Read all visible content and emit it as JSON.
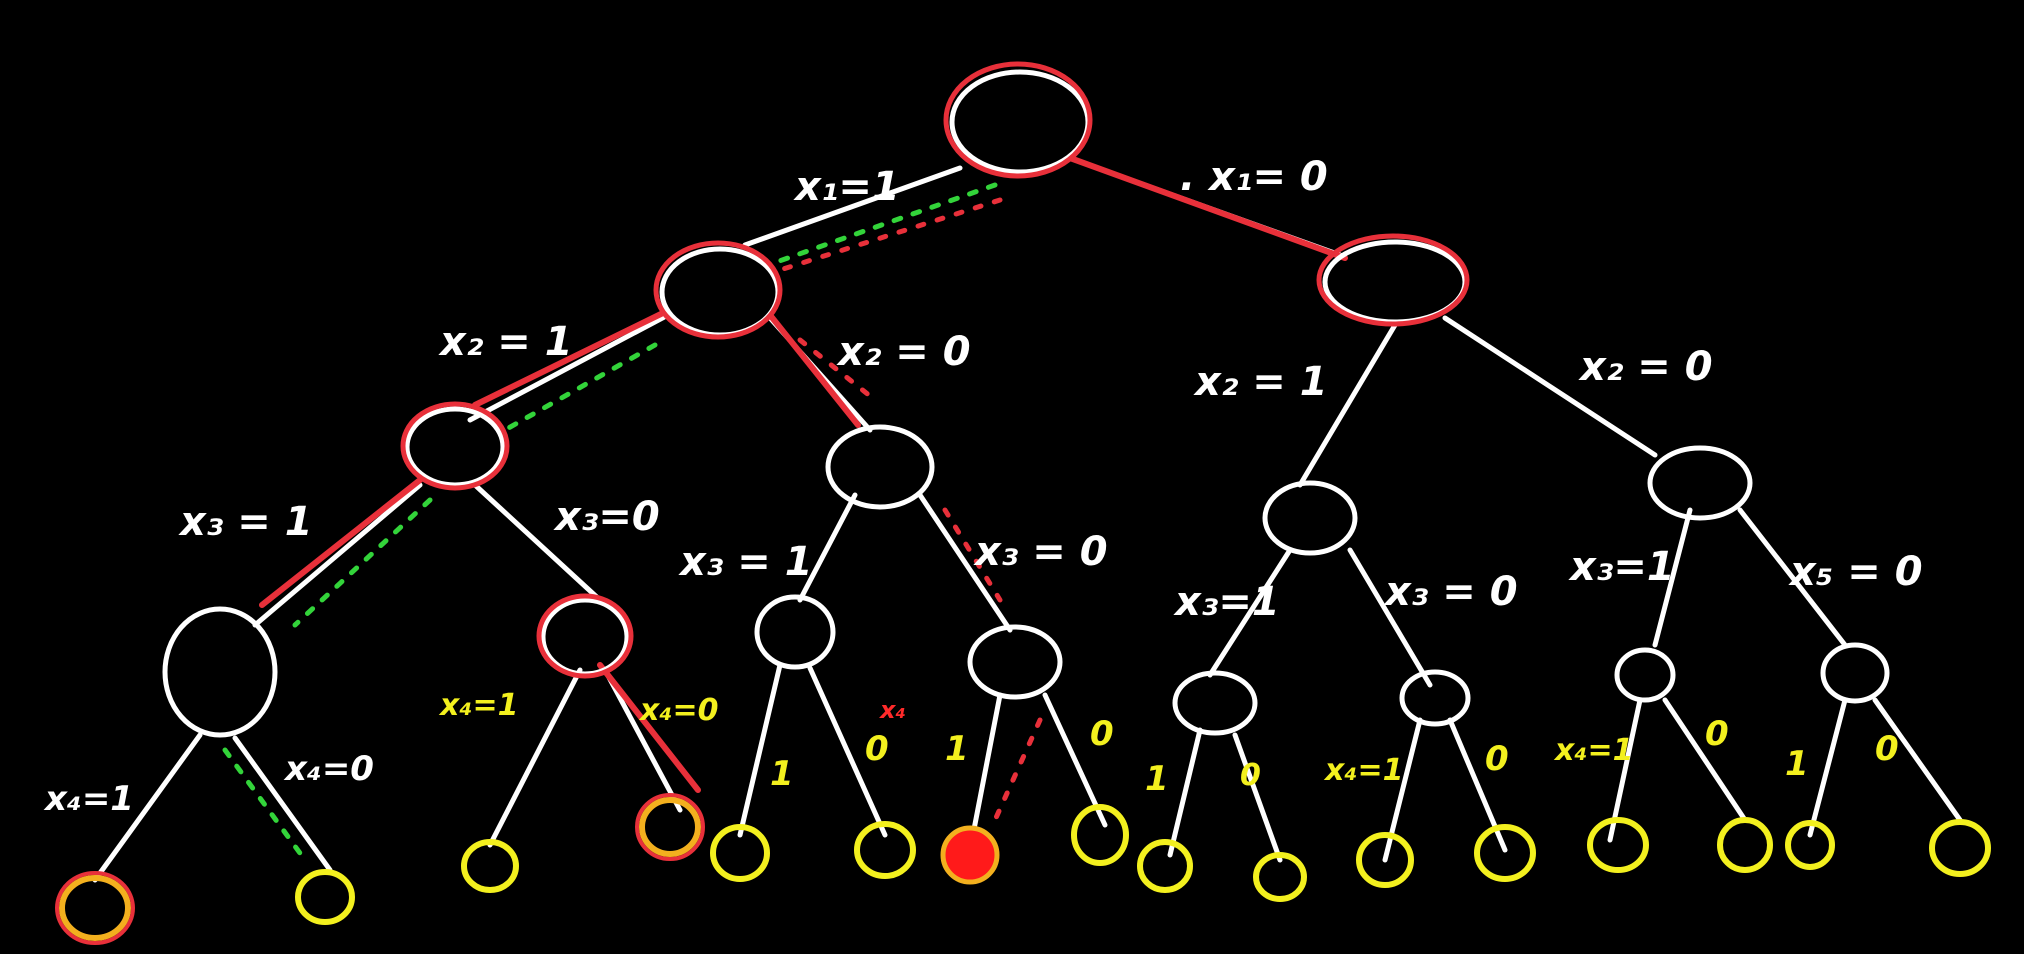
{
  "colors": {
    "background": "#000000",
    "node": "#ffffff",
    "leaf": "#f3f01e",
    "path_red": "#e8303a",
    "path_green": "#33d43a",
    "filled_leaf": "#ff1a1a"
  },
  "edge_labels": {
    "root_left": "x₁=1",
    "root_right": ". x₁= 0",
    "n1_left": "x₂ = 1",
    "n1_right": "x₂ = 0",
    "n2_left": "x₂ = 1",
    "n2_right": "x₂ = 0",
    "n3_left": "x₃ = 1",
    "n3_right": "x₃=0",
    "n4_left": "x₃ = 1",
    "n4_right": "x₃ = 0",
    "n5_left": "x₃=1",
    "n5_right": "x₃ = 0",
    "n6_left": "x₃=1",
    "n6_right": "x₅ = 0",
    "l1_left": "x₄=1",
    "l1_right": "x₄=0",
    "l2_left": "x₄=1",
    "l2_right": "x₄=0",
    "l3_left": "1",
    "l3_right": "0",
    "l4_left": "1",
    "l4_right": "0",
    "l4_left_var": "x₄",
    "l5_left": "1",
    "l5_right": "0",
    "l6_left": "x₄=1",
    "l6_right": "0",
    "l7_left": "x₄=1",
    "l7_right": "0",
    "l8_left": "1",
    "l8_right": "0"
  }
}
